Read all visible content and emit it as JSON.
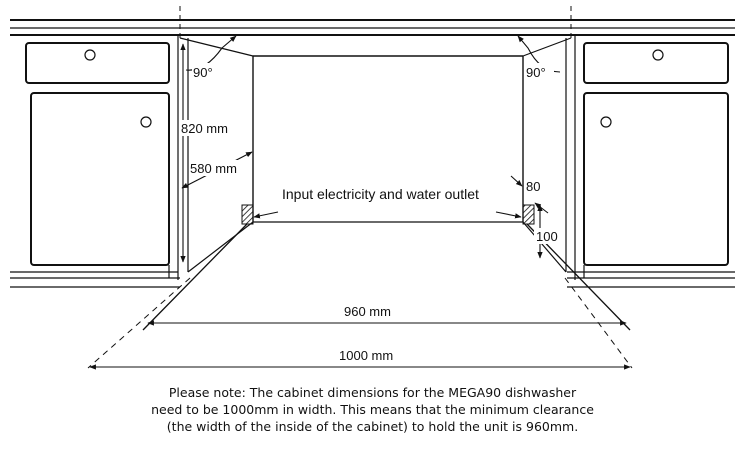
{
  "labels": {
    "angle_left": "90°",
    "angle_right": "90°",
    "height_820": "820 mm",
    "depth_580": "580 mm",
    "outlet": "Input electricity and water outlet",
    "dim_80": "80",
    "dim_100": "100",
    "width_960": "960 mm",
    "width_1000": "1000 mm"
  },
  "note": {
    "line1": "Please note: The cabinet dimensions for the MEGA90 dishwasher",
    "line2": "need to be 1000mm in width. This means that the minimum clearance",
    "line3": "(the width of the inside of the cabinet) to hold the unit is 960mm."
  }
}
